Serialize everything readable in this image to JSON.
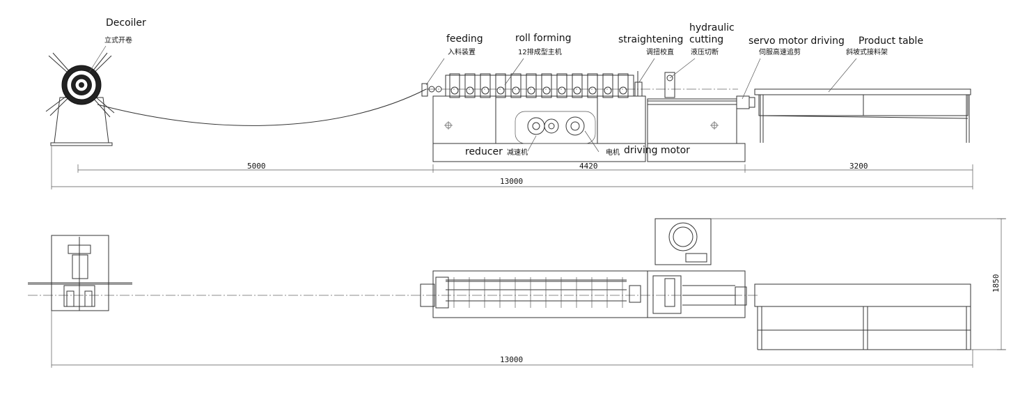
{
  "labels": {
    "decoiler_en": "Decoiler",
    "decoiler_cn": "立式开卷",
    "feeding_en": "feeding",
    "feeding_cn": "入料装置",
    "roll_forming_en": "roll forming",
    "roll_forming_cn": "12排成型主机",
    "straightening_en": "straightening",
    "straightening_cn": "调扭校直",
    "hydraulic_cutting_en_1": "hydraulic",
    "hydraulic_cutting_en_2": "cutting",
    "hydraulic_cutting_cn": "液压切断",
    "servo_en": "servo motor driving",
    "servo_cn": "伺服高速追剪",
    "product_table_en": "Product table",
    "product_table_cn": "斜坡式接料架",
    "reducer_en": "reducer",
    "reducer_cn": "减速机",
    "motor_cn": "电机",
    "motor_en": "driving motor"
  },
  "dimensions": {
    "seg1": "5000",
    "seg2": "4420",
    "seg3": "3200",
    "total_side": "13000",
    "total_top": "13000",
    "height": "1850"
  },
  "colors": {
    "line": "#333333",
    "background": "#ffffff"
  }
}
